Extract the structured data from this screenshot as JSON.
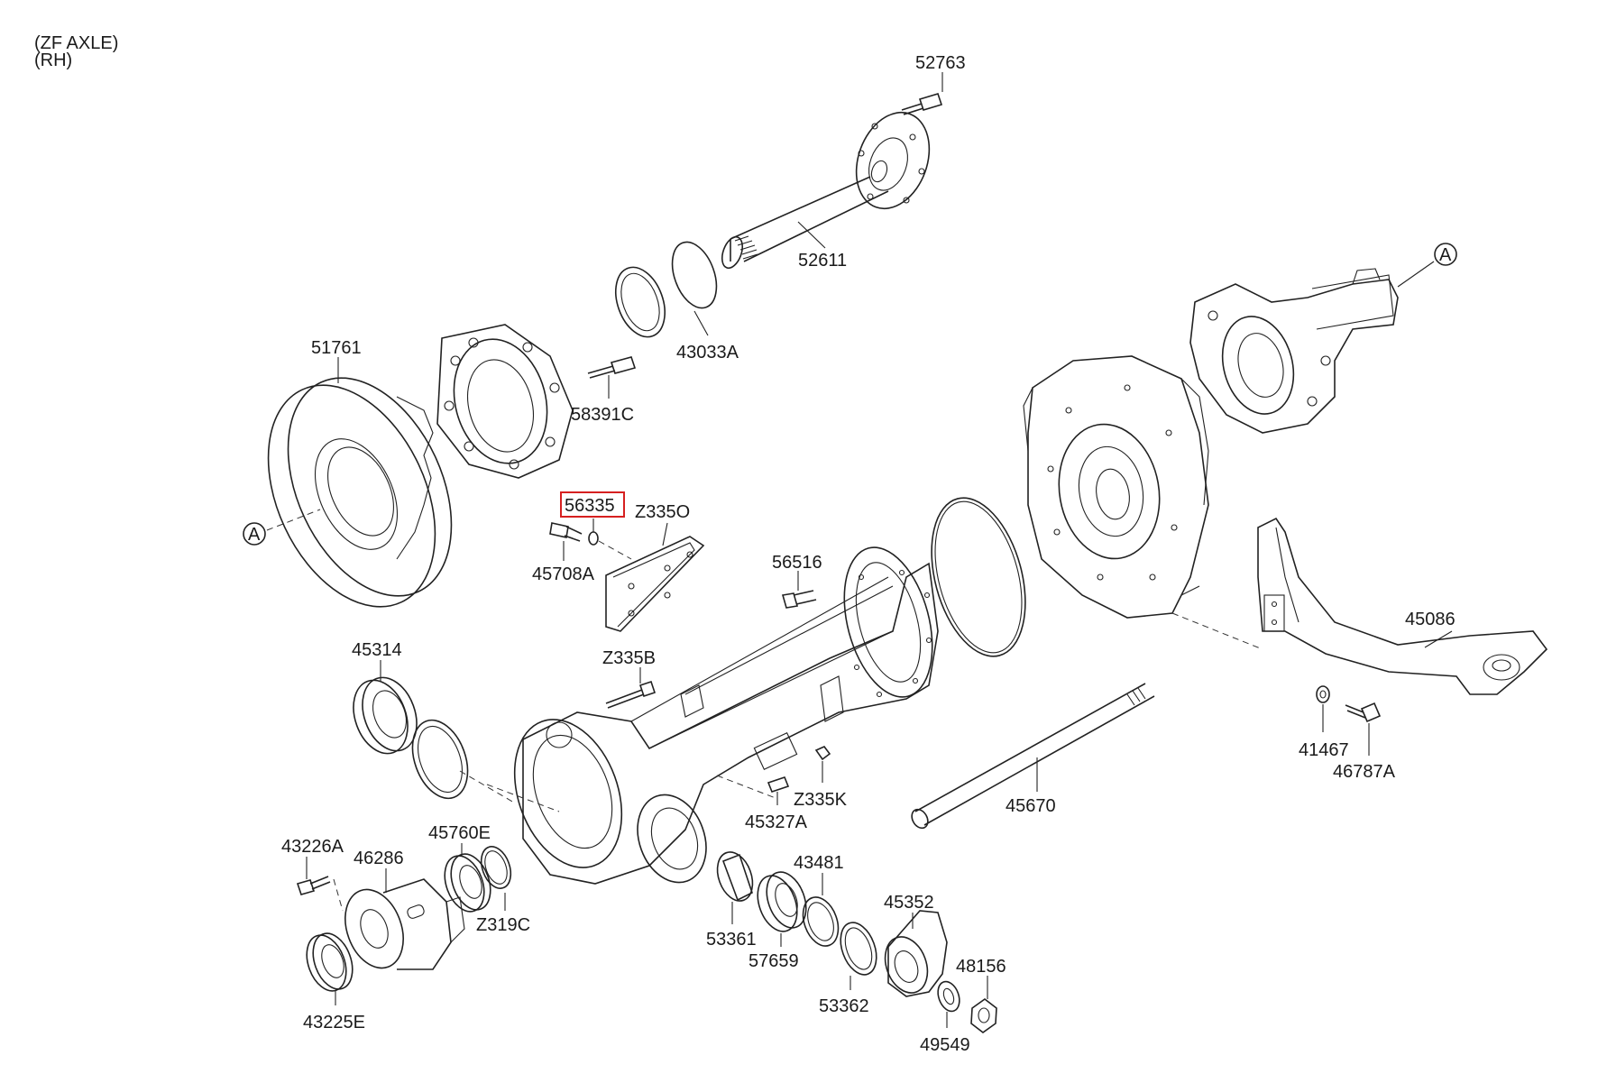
{
  "header": {
    "line1": "(ZF AXLE)",
    "line2": "(RH)"
  },
  "parts": [
    {
      "id": "p52763",
      "label": "52763"
    },
    {
      "id": "p52611",
      "label": "52611"
    },
    {
      "id": "p43033A",
      "label": "43033A"
    },
    {
      "id": "p51761",
      "label": "51761"
    },
    {
      "id": "p58391C",
      "label": "58391C"
    },
    {
      "id": "p56335",
      "label": "56335"
    },
    {
      "id": "pZ335O",
      "label": "Z335O"
    },
    {
      "id": "p45708A",
      "label": "45708A"
    },
    {
      "id": "p56516",
      "label": "56516"
    },
    {
      "id": "pZ335B",
      "label": "Z335B"
    },
    {
      "id": "p45314",
      "label": "45314"
    },
    {
      "id": "p45086",
      "label": "45086"
    },
    {
      "id": "p41467",
      "label": "41467"
    },
    {
      "id": "p46787A",
      "label": "46787A"
    },
    {
      "id": "p45670",
      "label": "45670"
    },
    {
      "id": "pZ335K",
      "label": "Z335K"
    },
    {
      "id": "p45327A",
      "label": "45327A"
    },
    {
      "id": "p43226A",
      "label": "43226A"
    },
    {
      "id": "p46286",
      "label": "46286"
    },
    {
      "id": "p45760E",
      "label": "45760E"
    },
    {
      "id": "pZ319C",
      "label": "Z319C"
    },
    {
      "id": "p43481",
      "label": "43481"
    },
    {
      "id": "p53361",
      "label": "53361"
    },
    {
      "id": "p57659",
      "label": "57659"
    },
    {
      "id": "p45352",
      "label": "45352"
    },
    {
      "id": "p48156",
      "label": "48156"
    },
    {
      "id": "p53362",
      "label": "53362"
    },
    {
      "id": "p43225E",
      "label": "43225E"
    },
    {
      "id": "p49549",
      "label": "49549"
    }
  ],
  "highlighted_part": "56335",
  "callouts": [
    {
      "letter": "A"
    },
    {
      "letter": "A"
    }
  ]
}
